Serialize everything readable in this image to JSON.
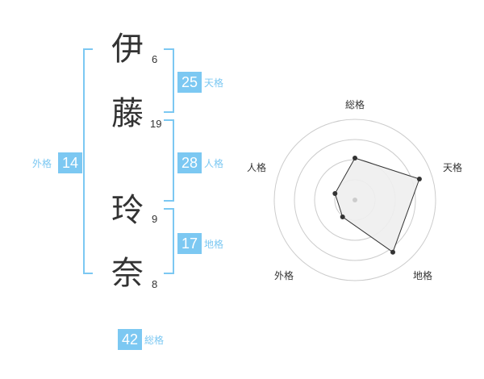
{
  "name": {
    "chars": [
      {
        "char": "伊",
        "strokes": "6"
      },
      {
        "char": "藤",
        "strokes": "19"
      },
      {
        "char": "玲",
        "strokes": "9"
      },
      {
        "char": "奈",
        "strokes": "8"
      }
    ]
  },
  "kaku": {
    "tenkaku": {
      "value": "25",
      "label": "天格"
    },
    "jinkaku": {
      "value": "28",
      "label": "人格"
    },
    "chikaku": {
      "value": "17",
      "label": "地格"
    },
    "gaikaku": {
      "value": "14",
      "label": "外格"
    },
    "soukaku": {
      "value": "42",
      "label": "総格"
    }
  },
  "radar": {
    "axes": [
      "総格",
      "天格",
      "地格",
      "外格",
      "人格"
    ],
    "levels": 4,
    "values": [
      0.52,
      0.84,
      0.8,
      0.26,
      0.26
    ],
    "colors": {
      "grid": "#cccccc",
      "fill": "#eeeeee",
      "line": "#333333",
      "point": "#333333",
      "center": "#cccccc"
    }
  },
  "colors": {
    "accent": "#7cc8f2",
    "text": "#333333"
  }
}
